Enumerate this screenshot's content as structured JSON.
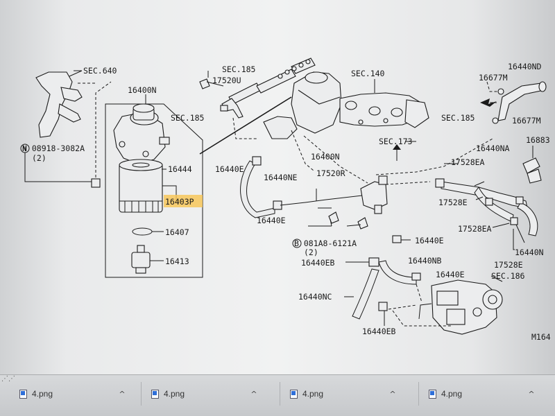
{
  "diagram": {
    "labels": {
      "sec640": "SEC.640",
      "sec185_top": "SEC.185",
      "sec140": "SEC.140",
      "sec185_left": "SEC.185",
      "sec185_right": "SEC.185",
      "sec173": "SEC.173",
      "sec186": "SEC.186",
      "p17520U": "17520U",
      "p16400N_filter": "16400N",
      "p16400N_tank": "16400N",
      "p08918": "N 08918-3082A",
      "p08918_qty": "(2)",
      "p16444": "16444",
      "p16403P": "16403P",
      "p16407": "16407",
      "p16413": "16413",
      "p16440E_a": "16440E",
      "p16440E_b": "16440E",
      "p16440E_c": "16440E",
      "p16440E_d": "16440E",
      "p16440NE": "16440NE",
      "p17520R": "17520R",
      "p081A8": "B 081A8-6121A",
      "p081A8_qty": "(2)",
      "p16440EB_a": "16440EB",
      "p16440EB_b": "16440EB",
      "p16440NB": "16440NB",
      "p16440NC": "16440NC",
      "p16440ND": "16440ND",
      "p16677M_a": "16677M",
      "p16677M_b": "16677M",
      "p16440NA": "16440NA",
      "p16883": "16883",
      "p17528EA_a": "17528EA",
      "p17528EA_b": "17528EA",
      "p17528E_a": "17528E",
      "p17528E_b": "17528E",
      "p16440N": "16440N",
      "m164": "M164"
    },
    "highlight_part": "16403P",
    "highlight_color": "#f7c75a"
  },
  "taskbar": {
    "grip": "⋰⋰",
    "downloads": [
      {
        "name": "4.png",
        "chevron": "^"
      },
      {
        "name": "4.png",
        "chevron": "^"
      },
      {
        "name": "4.png",
        "chevron": "^"
      },
      {
        "name": "4.png",
        "chevron": "^"
      }
    ]
  }
}
